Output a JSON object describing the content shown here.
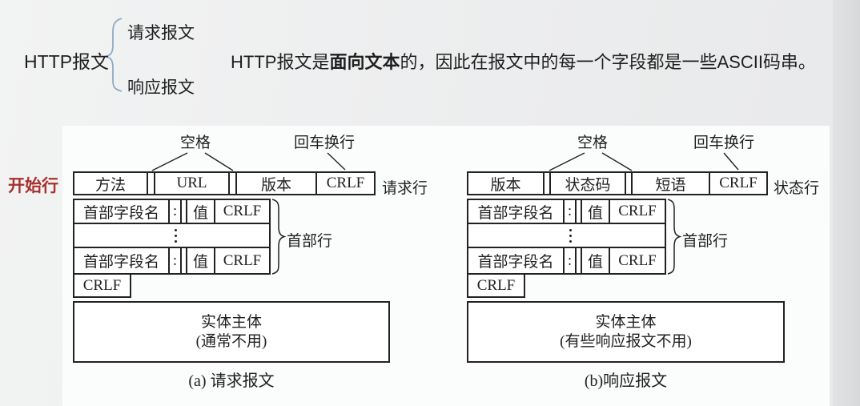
{
  "colors": {
    "start_line_red": "#a8312d",
    "brace_blue": "#8fa9c3",
    "diagram_line": "#222222"
  },
  "intro": {
    "term": "HTTP报文",
    "branches": [
      "请求报文",
      "响应报文"
    ],
    "sentence": {
      "pre": "HTTP报文是",
      "bold": "面向文本",
      "post": "的，因此在报文中的每一个字段都是一些ASCII码串。"
    }
  },
  "start_line_label": "开始行",
  "diagrams": {
    "request": {
      "space_label": "空格",
      "crlf_pointer_label": "回车换行",
      "start_row": {
        "cells": [
          "方法",
          "URL",
          "版本",
          "CRLF"
        ],
        "label": "请求行"
      },
      "header_line": {
        "field": "首部字段名",
        "colon": ":",
        "value": "值",
        "crlf": "CRLF"
      },
      "header_group_label": "首部行",
      "blank_line": "CRLF",
      "entity": {
        "line1": "实体主体",
        "line2": "(通常不用)"
      },
      "caption": "(a) 请求报文"
    },
    "response": {
      "space_label": "空格",
      "crlf_pointer_label": "回车换行",
      "start_row": {
        "cells": [
          "版本",
          "状态码",
          "短语",
          "CRLF"
        ],
        "label": "状态行"
      },
      "header_line": {
        "field": "首部字段名",
        "colon": ":",
        "value": "值",
        "crlf": "CRLF"
      },
      "header_group_label": "首部行",
      "blank_line": "CRLF",
      "entity": {
        "line1": "实体主体",
        "line2": "(有些响应报文不用)"
      },
      "caption": "(b)响应报文"
    }
  }
}
